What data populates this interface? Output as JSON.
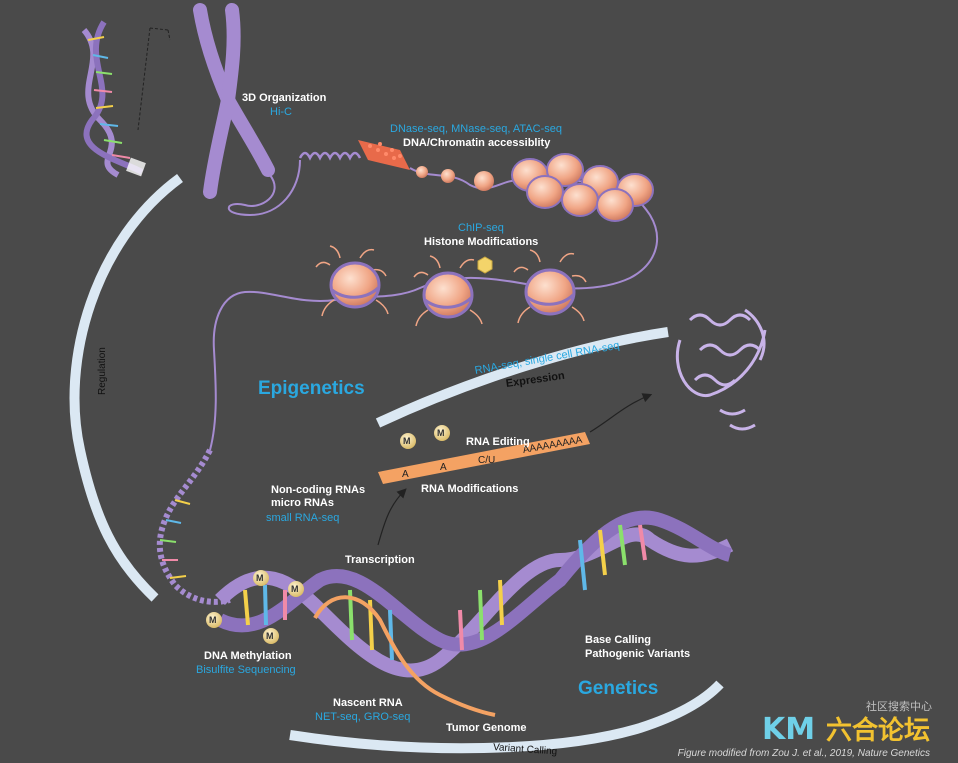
{
  "labels": {
    "organization_title": "3D Organization",
    "organization_method": "Hi-C",
    "accessibility_methods": "DNase-seq, MNase-seq, ATAC-seq",
    "accessibility_title": "DNA/Chromatin accessiblity",
    "histone_method": "ChIP-seq",
    "histone_title": "Histone Modifications",
    "expression_methods": "RNA-seq, single cell RNA-seq",
    "expression_title": "Expression",
    "epigenetics": "Epigenetics",
    "genetics": "Genetics",
    "regulation": "Regulation",
    "rna_editing": "RNA Editing",
    "rna_modifications": "RNA Modifications",
    "ncrna_line1": "Non-coding RNAs",
    "ncrna_line2": "micro RNAs",
    "ncrna_method": "small RNA-seq",
    "transcription": "Transcription",
    "methylation_title": "DNA Methylation",
    "methylation_method": "Bisulfite Sequencing",
    "nascent_title": "Nascent RNA",
    "nascent_method": "NET-seq, GRO-seq",
    "tumor_genome": "Tumor Genome",
    "base_calling": "Base Calling",
    "pathogenic_variants": "Pathogenic Variants",
    "variant_calling": "Variant Calling",
    "credit": "Figure modified from Zou J. et al., 2019, Nature Genetics"
  },
  "rna_strand": {
    "letters": [
      "A",
      "A",
      "C/U",
      "AAAAAAAAA"
    ]
  },
  "methyl_mark": "M",
  "watermark": {
    "text": "社区搜索中心",
    "logo_text": "KM",
    "chinese": "六合论坛"
  },
  "colors": {
    "background": "#4a4a4a",
    "method_text": "#2aa8e0",
    "arc": "#dbe8f3",
    "chromatin": "#a58bd0",
    "nucleosome": "#f0a585",
    "rna": "#f4a263",
    "methyl": "#f3dda0"
  }
}
